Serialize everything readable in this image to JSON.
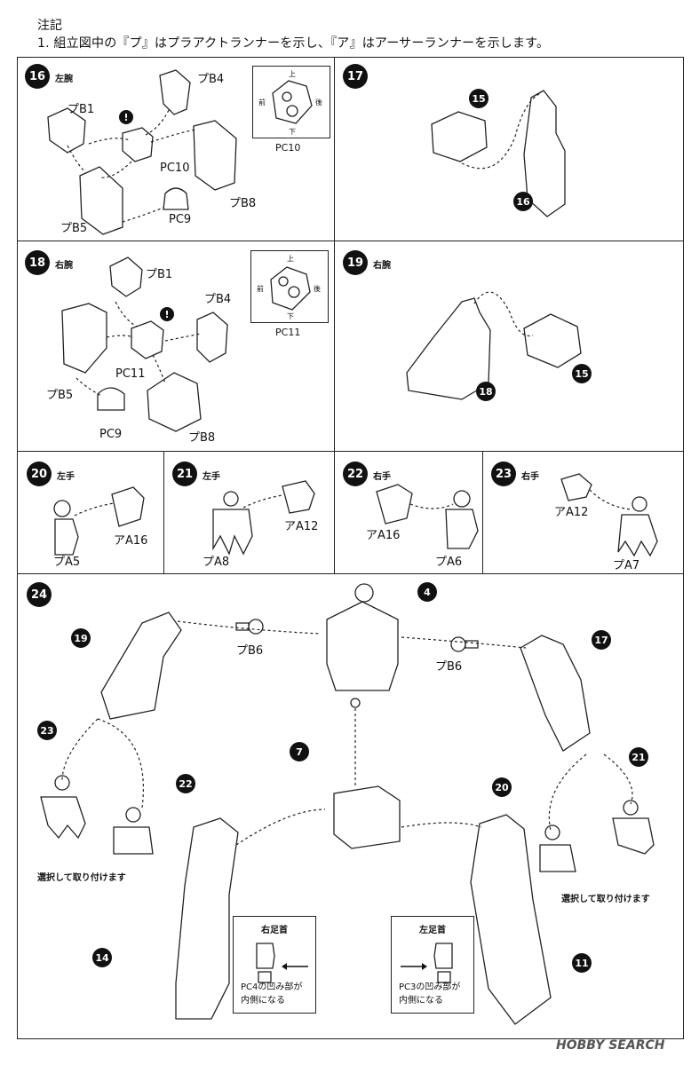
{
  "notes": {
    "title": "注記",
    "line1": "1. 組立図中の『プ』はプラアクトランナーを示し、『ア』はアーサーランナーを示します。"
  },
  "orientation": {
    "up": "上",
    "down": "下",
    "front": "前",
    "back": "後"
  },
  "steps": {
    "s16": {
      "num": "16",
      "side": "左腕",
      "labels": [
        "プB4",
        "プB1",
        "PC10",
        "プB8",
        "プB5",
        "PC9"
      ],
      "pc": "PC10"
    },
    "s17": {
      "num": "17",
      "refs": [
        "15",
        "16"
      ]
    },
    "s18": {
      "num": "18",
      "side": "右腕",
      "labels": [
        "プB1",
        "プB4",
        "PC11",
        "プB5",
        "PC9",
        "プB8"
      ],
      "pc": "PC11"
    },
    "s19": {
      "num": "19",
      "side": "右腕",
      "refs": [
        "18",
        "15"
      ]
    },
    "s20": {
      "num": "20",
      "side": "左手",
      "labels": [
        "アA16",
        "プA5"
      ]
    },
    "s21": {
      "num": "21",
      "side": "左手",
      "labels": [
        "アA12",
        "プA8"
      ]
    },
    "s22": {
      "num": "22",
      "side": "右手",
      "labels": [
        "アA16",
        "プA6"
      ]
    },
    "s23": {
      "num": "23",
      "side": "右手",
      "labels": [
        "アA12",
        "プA7"
      ]
    },
    "s24": {
      "num": "24",
      "refs": [
        "4",
        "19",
        "17",
        "23",
        "22",
        "7",
        "20",
        "21",
        "14",
        "11"
      ],
      "labels": [
        "プB6",
        "プB6"
      ],
      "select": "選択して取り付けます",
      "right_ankle": {
        "title": "右足首",
        "text": [
          "PC4の凹み部が",
          "内側になる"
        ]
      },
      "left_ankle": {
        "title": "左足首",
        "text": [
          "PC3の凹み部が",
          "内側になる"
        ]
      }
    }
  },
  "watermark": "HOBBY SEARCH"
}
